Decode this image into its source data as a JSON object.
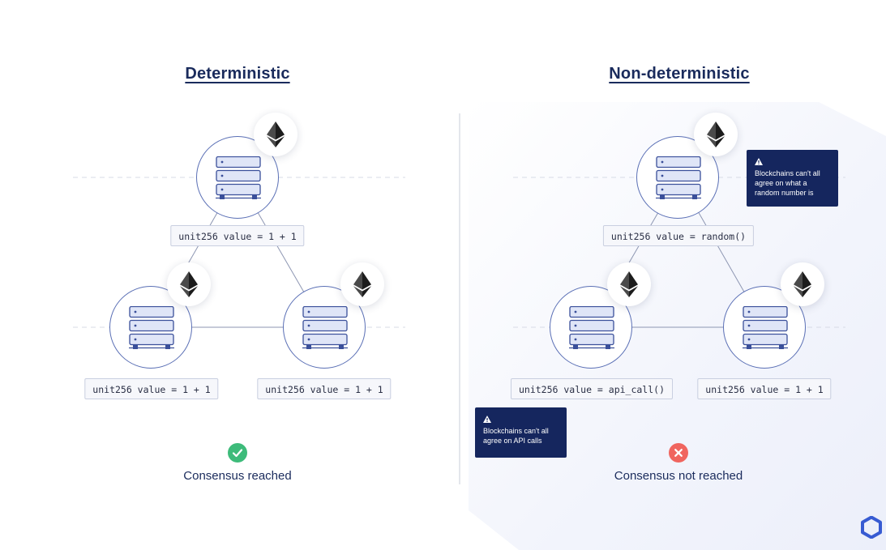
{
  "left_panel": {
    "title": "Deterministic",
    "top_node_code": "unit256 value = 1 + 1",
    "left_node_code": "unit256 value = 1 + 1",
    "right_node_code": "unit256 value = 1 + 1",
    "status_label": "Consensus reached",
    "status_icon": "check-icon",
    "status_color": "#3dbb7a"
  },
  "right_panel": {
    "title": "Non-deterministic",
    "top_node_code": "unit256 value = random()",
    "left_node_code": "unit256 value = api_call()",
    "right_node_code": "unit256 value = 1 + 1",
    "callout_random": "Blockchains can't all agree on what a random number is",
    "callout_api": "Blockchains can't all agree on API calls",
    "status_label": "Consensus not reached",
    "status_icon": "cross-icon",
    "status_color": "#f0655f"
  },
  "colors": {
    "navy": "#15265e",
    "node_border": "#5a6fb5",
    "right_bg": "#f1f3fc",
    "logo_blue": "#375bd2"
  }
}
